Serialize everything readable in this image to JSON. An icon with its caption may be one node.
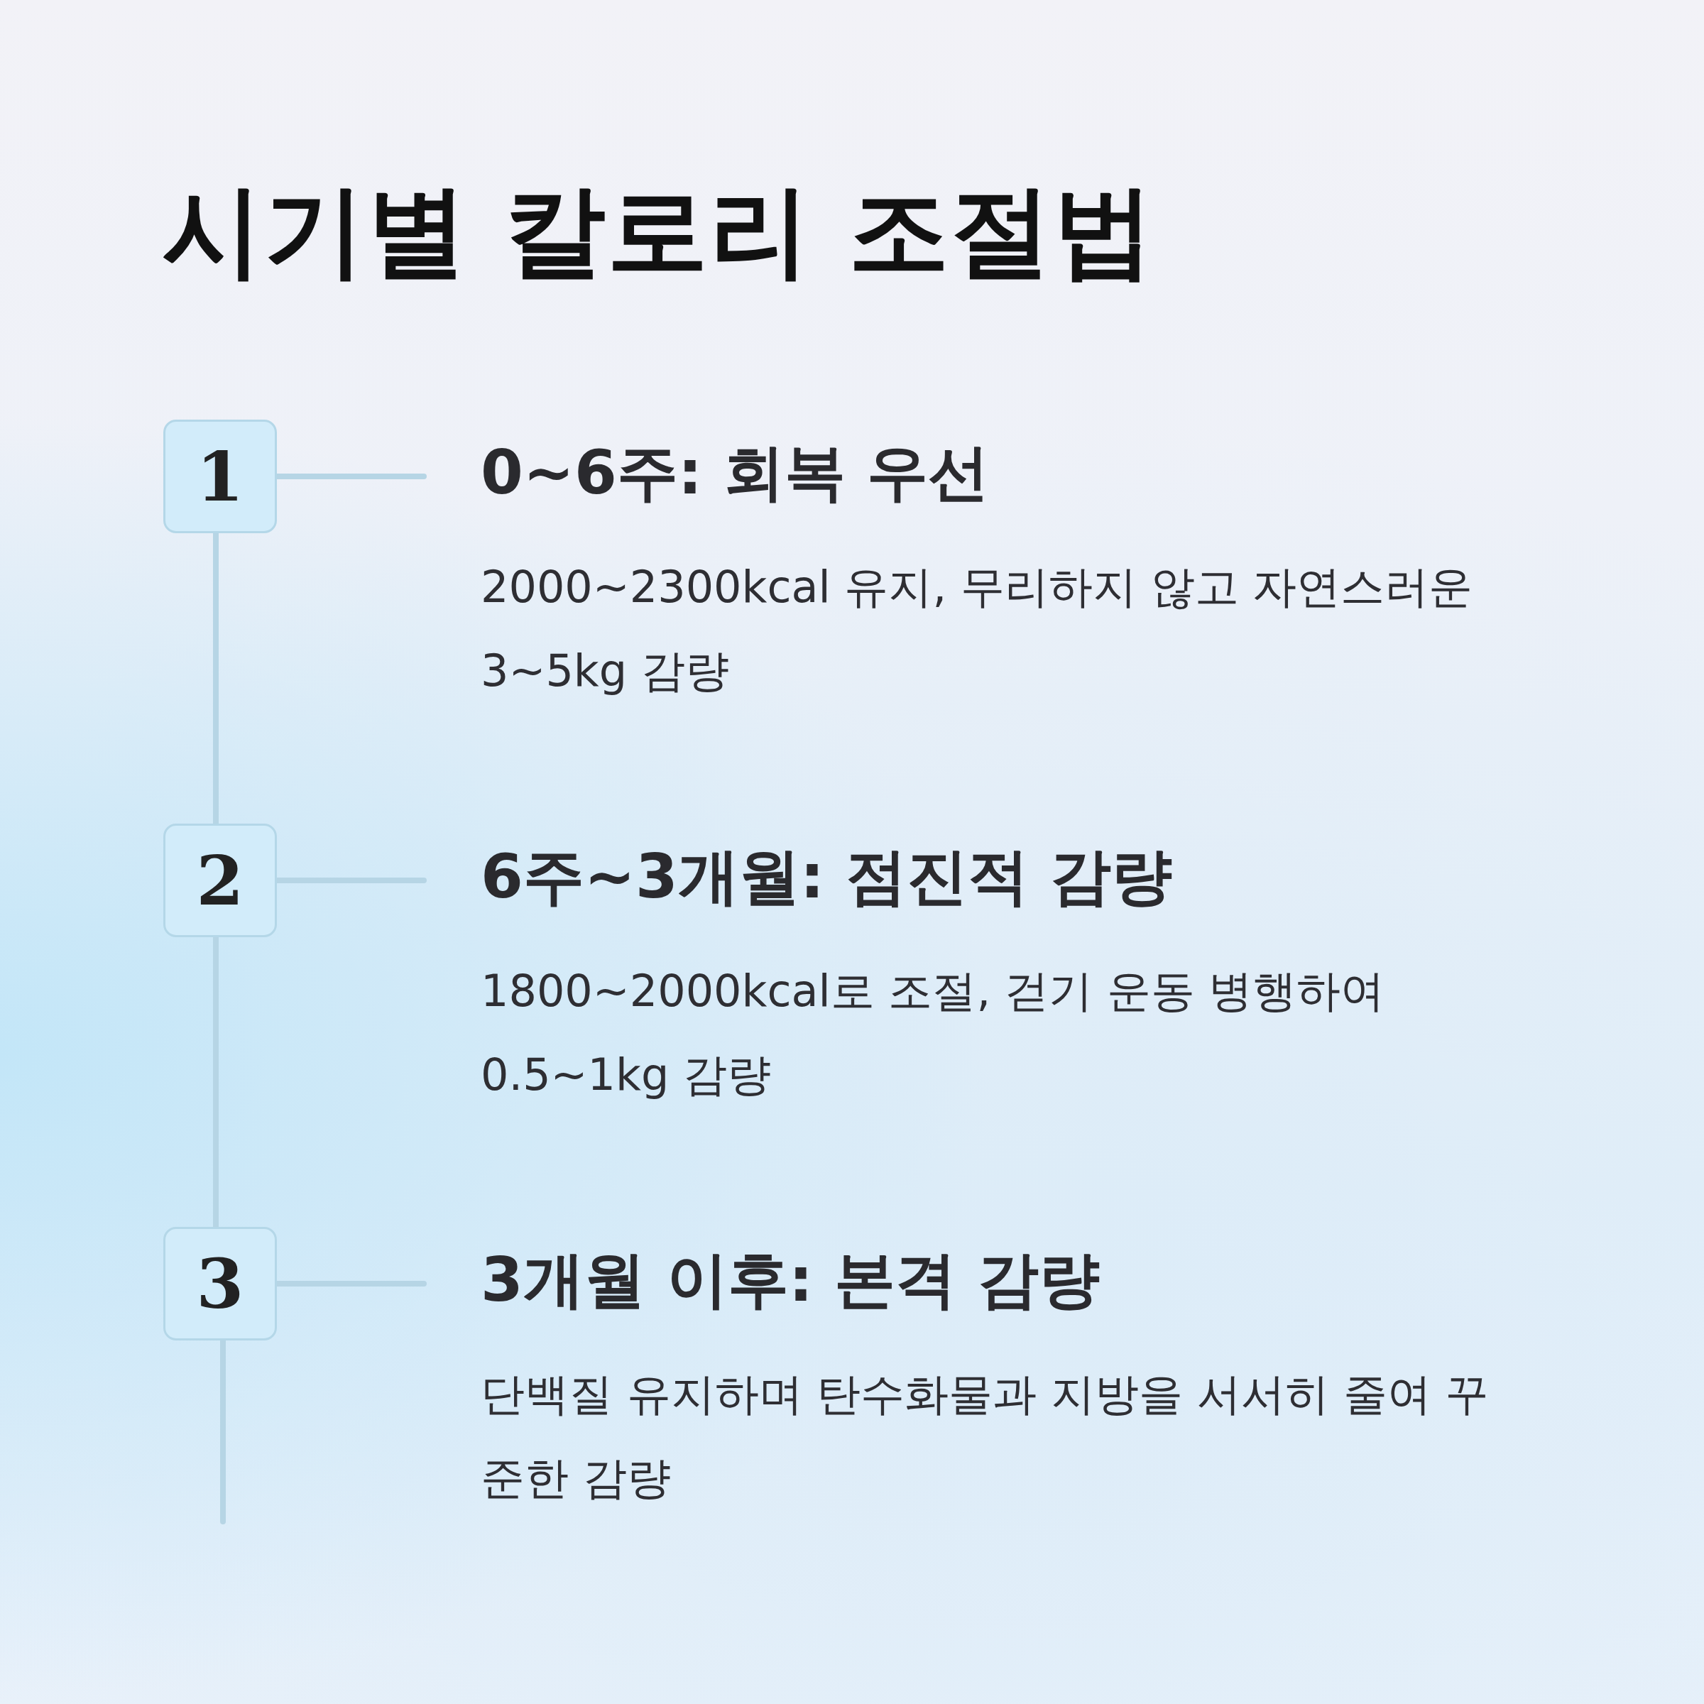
{
  "diagram": {
    "title": "시기별 칼로리 조절법",
    "nodes": [
      {
        "text": [
          "1"
        ]
      },
      {
        "text": [
          "0~6주: 회복 우선",
          "2000~2300kcal 유지, 무리하지 않고 자연스러운 3~5kg 감량"
        ]
      },
      {
        "text": [
          "2"
        ]
      },
      {
        "text": [
          "6주~3개월: 점진적 감량",
          "1800~2000kcal로 조절, 걷기 운동 병행하여 0.5~1kg 감량"
        ]
      },
      {
        "text": [
          "3"
        ]
      },
      {
        "text": [
          "3개월 이후: 본격 감량",
          "단백질 유지하며 탄수화물과 지방을 서서히 줄여 꾸준한 감량"
        ]
      }
    ],
    "edges": [
      {
        "from": 0,
        "to": 1,
        "arrow": "none"
      },
      {
        "from": 0,
        "to": 2,
        "arrow": "none"
      },
      {
        "from": 2,
        "to": 3,
        "arrow": "none"
      },
      {
        "from": 2,
        "to": 4,
        "arrow": "none"
      },
      {
        "from": 4,
        "to": 5,
        "arrow": "none"
      },
      {
        "from": 4,
        "to": null,
        "arrow": "none"
      }
    ]
  }
}
